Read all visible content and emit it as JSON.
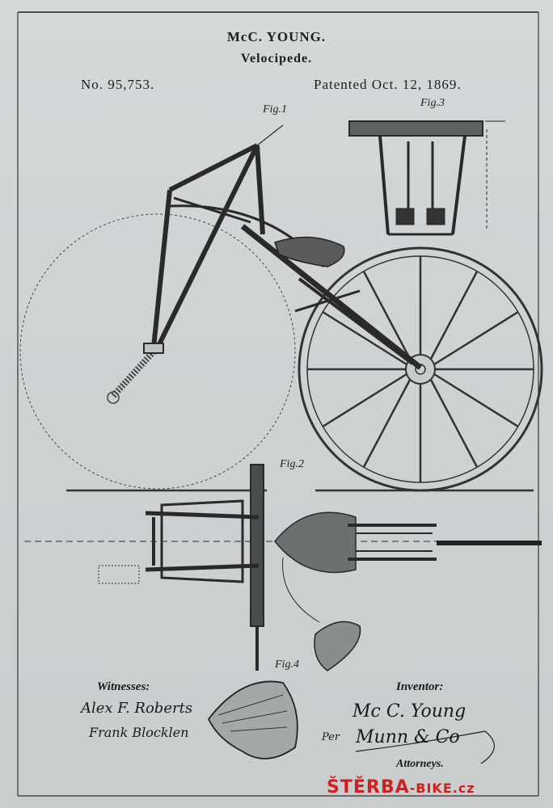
{
  "header": {
    "inventor_name": "McC. YOUNG.",
    "title": "Velocipede.",
    "patent_number": "No. 95,753.",
    "patent_date": "Patented Oct. 12, 1869."
  },
  "figures": {
    "fig1": "Fig.1",
    "fig2": "Fig.2",
    "fig3": "Fig.3",
    "fig4": "Fig.4"
  },
  "labels": {
    "witnesses": "Witnesses:",
    "inventor": "Inventor:",
    "attorneys": "Attorneys.",
    "per": "Per"
  },
  "signatures": {
    "witness1": "Alex F. Roberts",
    "witness2": "Frank Blocklen",
    "inventor": "Mc C. Young",
    "attorney": "Munn & Co"
  },
  "watermark": {
    "brand": "ŠTĚRBA",
    "suffix": "-BIKE.cz",
    "color": "#d21f1f"
  }
}
